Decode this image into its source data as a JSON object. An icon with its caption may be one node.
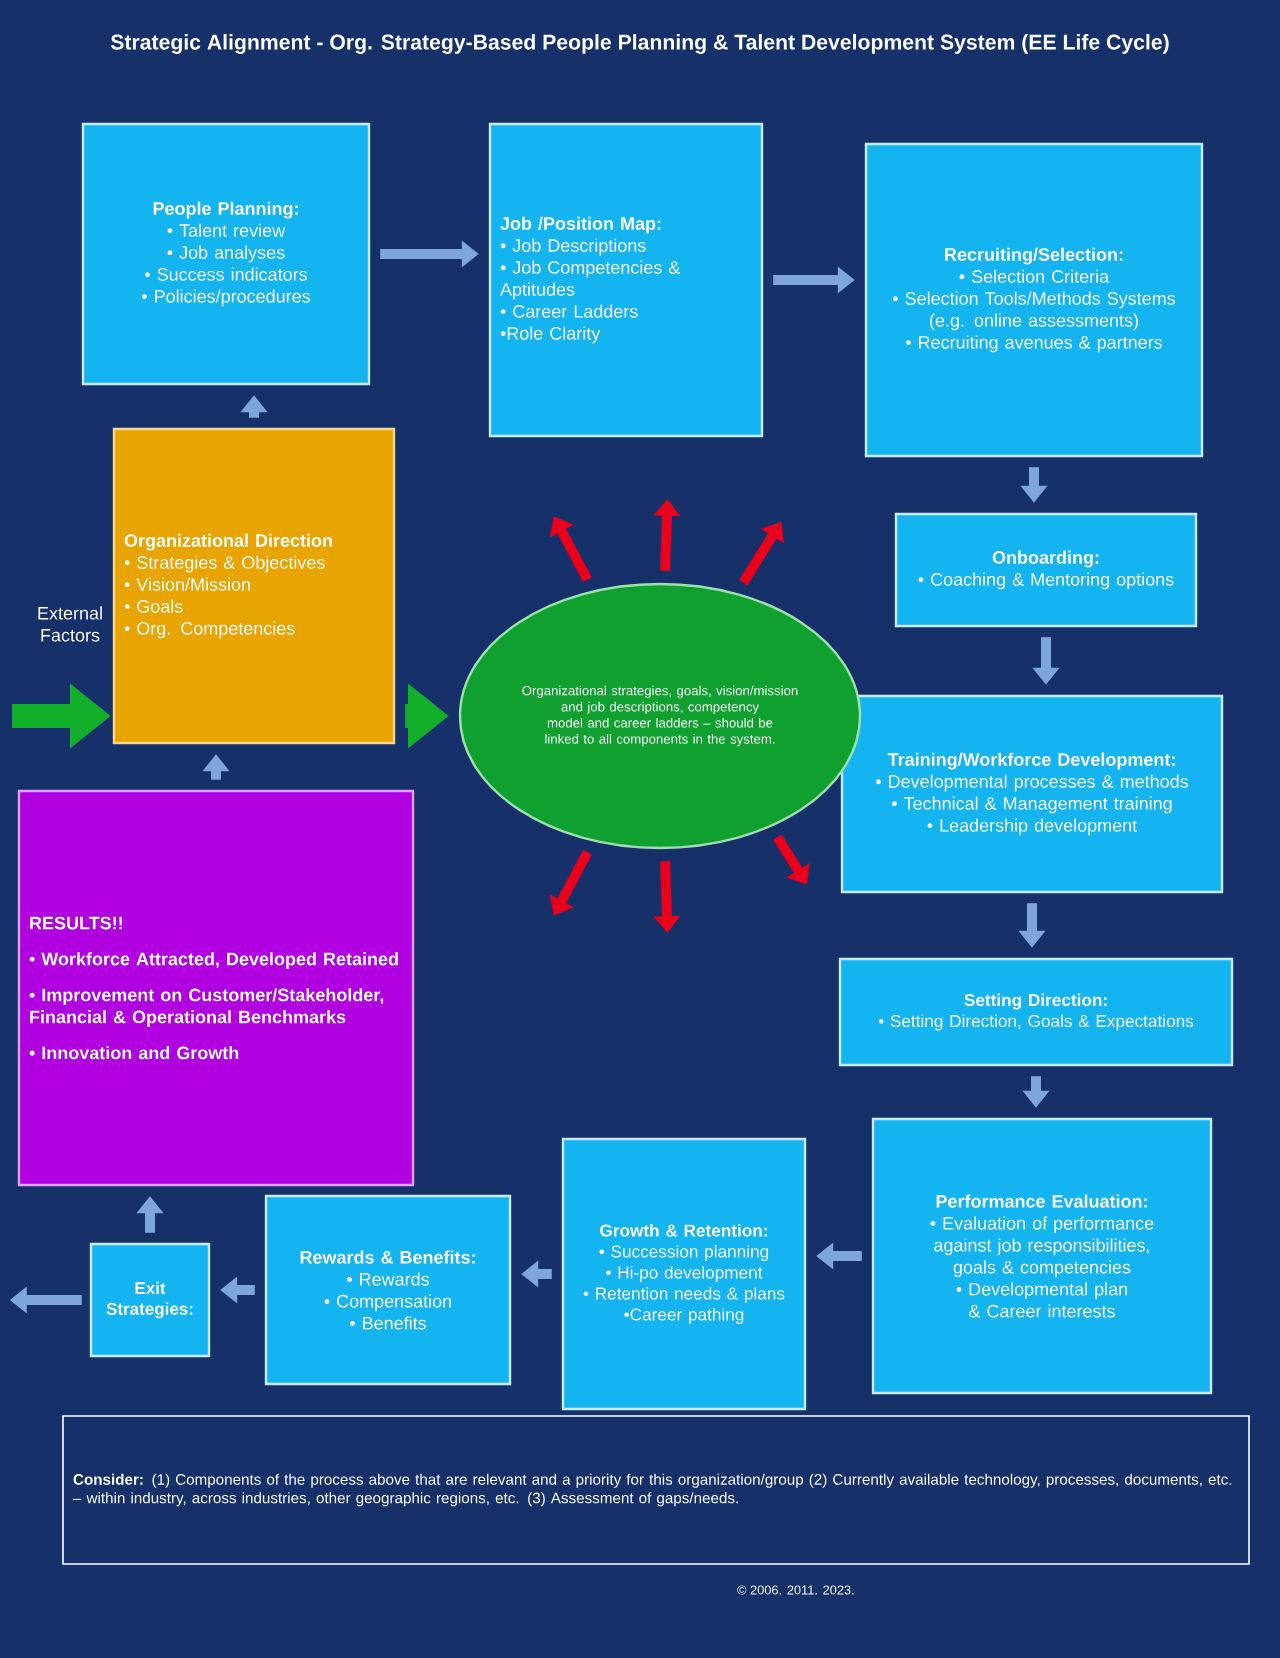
{
  "diagram": {
    "title": "Strategic Alignment - Org. Strategy-Based People Planning & Talent Development System (EE Life Cycle)",
    "nodes": [
      {
        "text": [
          "People Planning:",
          "• Talent review",
          "• Job analyses",
          "• Success indicators",
          "• Policies/procedures"
        ]
      },
      {
        "text": [
          "Job /Position Map:",
          "• Job Descriptions",
          "• Job Competencies & Aptitudes",
          "• Career Ladders",
          "•Role Clarity"
        ]
      },
      {
        "text": [
          "Recruiting/Selection:",
          "• Selection Criteria",
          "• Selection Tools/Methods Systems (e.g. online assessments)",
          "• Recruiting avenues & partners"
        ]
      },
      {
        "text": [
          "Onboarding:",
          "• Coaching & Mentoring options"
        ]
      },
      {
        "text": [
          "Training/Workforce Development:",
          "• Developmental processes & methods",
          "• Technical & Management training",
          "• Leadership development"
        ]
      },
      {
        "text": [
          "Setting Direction:",
          "• Setting Direction, Goals & Expectations"
        ]
      },
      {
        "text": [
          "Performance Evaluation:",
          "• Evaluation of performance against job responsibilities, goals & competencies",
          "• Developmental plan & Career interests"
        ]
      },
      {
        "text": [
          "Growth & Retention:",
          "• Succession planning",
          "• Hi-po development",
          "• Retention needs & plans",
          "•Career pathing"
        ]
      },
      {
        "text": [
          "Rewards & Benefits:",
          "• Rewards",
          "• Compensation",
          "• Benefits"
        ]
      },
      {
        "text": [
          "Exit Strategies:"
        ]
      },
      {
        "text": [
          "RESULTS!!",
          "• Workforce Attracted, Developed Retained",
          "• Improvement on Customer/Stakeholder, Financial & Operational Benchmarks",
          "• Innovation and Growth"
        ]
      },
      {
        "text": [
          "Organizational Direction",
          "• Strategies & Objectives",
          "• Vision/Mission",
          "• Goals",
          "• Org. Competencies"
        ],
        "beside": [
          "External Factors"
        ]
      },
      {
        "text": [
          "Organizational strategies, goals, vision/mission and job descriptions, competency model and career ladders – should be linked to all components in the system."
        ]
      },
      {
        "text": [
          "**Consider:** (1) Components of the process above that are relevant and a priority for this organization/group (2) Currently available technology, processes, documents, etc. – within industry, across industries, other geographic regions, etc. (3) Assessment of gaps/needs."
        ]
      }
    ],
    "edges": [
      {
        "from": 0,
        "to": 1,
        "arrow": "to"
      },
      {
        "from": 1,
        "to": 2,
        "arrow": "to"
      },
      {
        "from": 2,
        "to": 3,
        "arrow": "to"
      },
      {
        "from": 3,
        "to": 4,
        "arrow": "to"
      },
      {
        "from": 4,
        "to": 5,
        "arrow": "to"
      },
      {
        "from": 5,
        "to": 6,
        "arrow": "to"
      },
      {
        "from": 6,
        "to": 7,
        "arrow": "to"
      },
      {
        "from": 7,
        "to": 8,
        "arrow": "to"
      },
      {
        "from": 8,
        "to": 9,
        "arrow": "to"
      },
      {
        "from": 9,
        "to": null,
        "arrow": "to"
      },
      {
        "from": 9,
        "to": 10,
        "arrow": "to"
      },
      {
        "from": 10,
        "to": 11,
        "arrow": "to"
      },
      {
        "from": 11,
        "to": 0,
        "arrow": "to"
      },
      {
        "from": null,
        "to": 11,
        "arrow": "to",
        "style": "thick",
        "color": "#12b02a"
      },
      {
        "from": 11,
        "to": 12,
        "arrow": "to",
        "style": "thick",
        "color": "#12b02a"
      },
      {
        "from": 12,
        "to": null,
        "arrow": "to",
        "color": "#e8001c"
      },
      {
        "from": 12,
        "to": null,
        "arrow": "to",
        "color": "#e8001c"
      },
      {
        "from": 12,
        "to": null,
        "arrow": "to",
        "color": "#e8001c"
      },
      {
        "from": 12,
        "to": null,
        "arrow": "to",
        "color": "#e8001c"
      },
      {
        "from": 12,
        "to": null,
        "arrow": "to",
        "color": "#e8001c"
      },
      {
        "from": 12,
        "to": null,
        "arrow": "to",
        "color": "#e8001c"
      }
    ],
    "labels": [
      "© 2006. 2011. 2023."
    ]
  }
}
